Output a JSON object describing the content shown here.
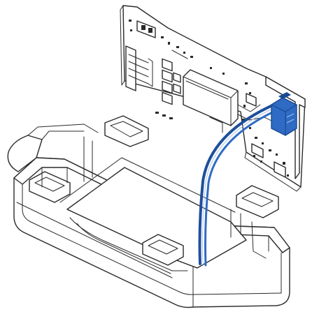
{
  "colors": {
    "line": "#2a2a2a",
    "background": "#ffffff",
    "cable": "#1f4f9a",
    "connector": "#2f6bc4",
    "connector_dark": "#174a93"
  },
  "icons": [
    "circuit-board",
    "enclosure-base",
    "ribbon-cable",
    "connector-plug"
  ]
}
